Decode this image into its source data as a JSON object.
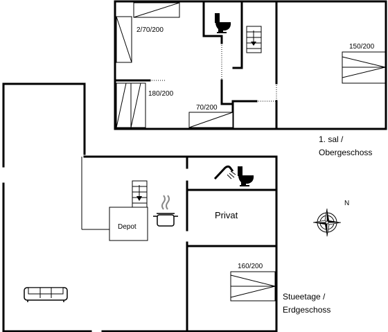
{
  "upper_floor": {
    "name_line1": "1. sal /",
    "name_line2": "Obergeschoss",
    "beds": [
      "2/70/200",
      "180/200",
      "70/200",
      "150/200"
    ]
  },
  "ground_floor": {
    "name_line1": "Stueetage /",
    "name_line2": "Erdgeschoss",
    "rooms": {
      "depot": "Depot",
      "private": "Privat"
    },
    "beds": [
      "160/200"
    ]
  },
  "compass": {
    "north_label": "N"
  },
  "icons": [
    "toilet-icon",
    "shower-icon",
    "stairs-icon",
    "kitchen-pot-icon",
    "sofa-icon",
    "bed-icon",
    "compass-rose-icon"
  ]
}
